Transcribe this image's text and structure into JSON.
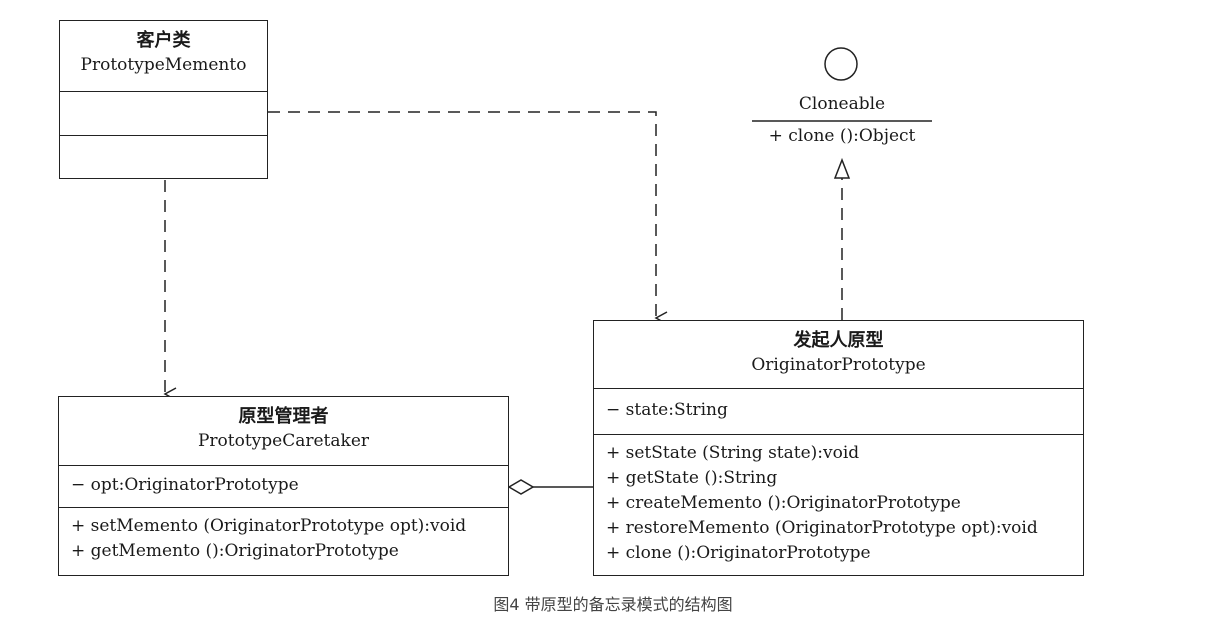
{
  "client": {
    "title_cn": "客户类",
    "title_en": "PrototypeMemento"
  },
  "interface": {
    "name": "Cloneable",
    "method": "+ clone ():Object"
  },
  "caretaker": {
    "title_cn": "原型管理者",
    "title_en": "PrototypeCaretaker",
    "attributes": [
      "− opt:OriginatorPrototype"
    ],
    "methods": [
      "+ setMemento (OriginatorPrototype opt):void",
      "+ getMemento ():OriginatorPrototype"
    ]
  },
  "originator": {
    "title_cn": "发起人原型",
    "title_en": "OriginatorPrototype",
    "attributes": [
      "− state:String"
    ],
    "methods": [
      "+ setState (String state):void",
      "+ getState ():String",
      "+ createMemento ():OriginatorPrototype",
      "+ restoreMemento (OriginatorPrototype opt):void",
      "+ clone ():OriginatorPrototype"
    ]
  },
  "caption": "图4 带原型的备忘录模式的结构图"
}
